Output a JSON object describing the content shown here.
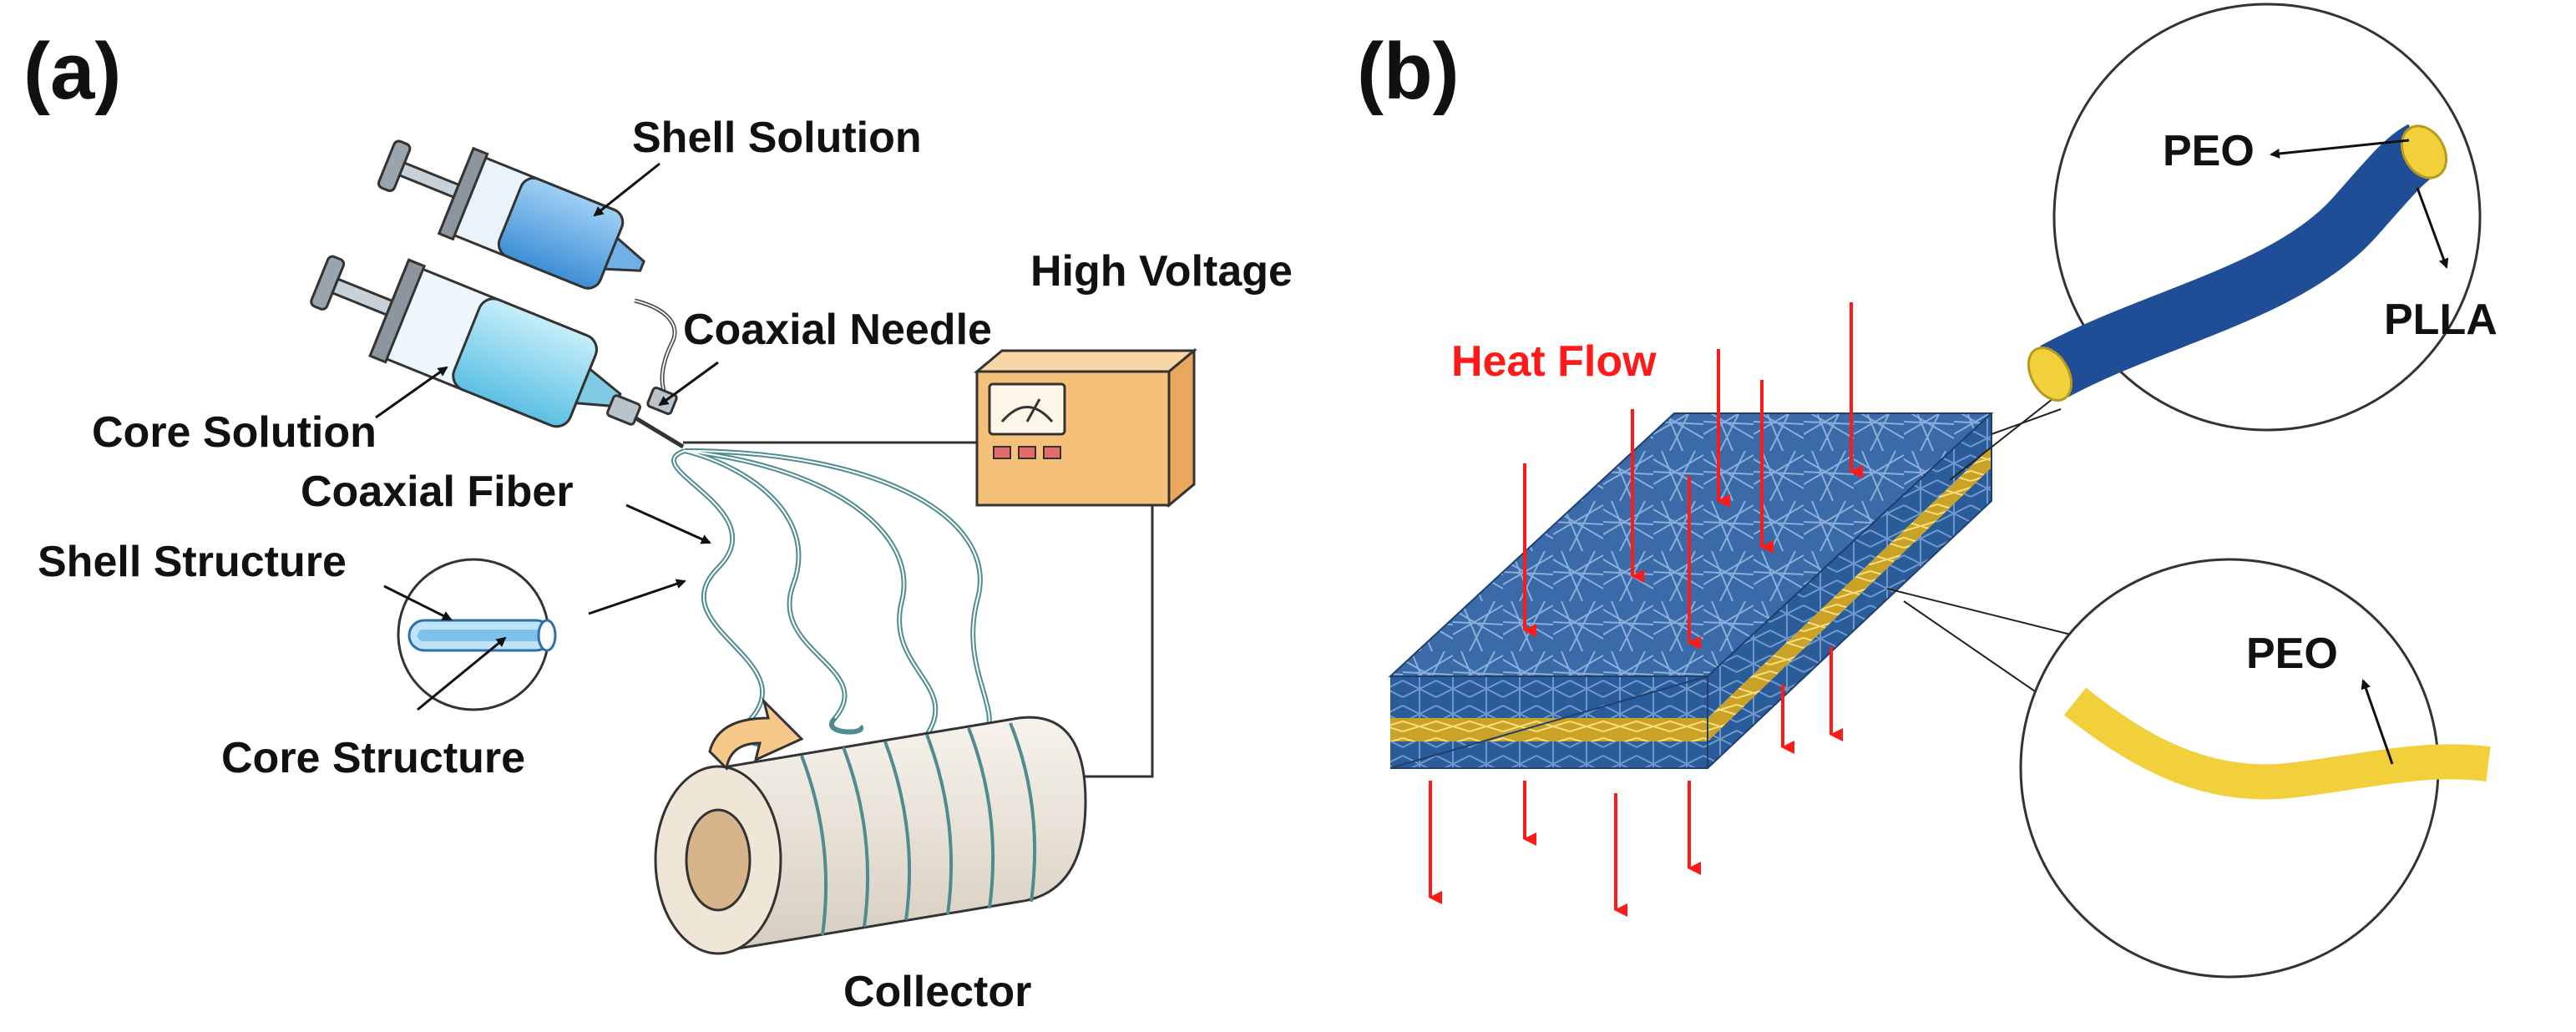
{
  "panels": {
    "a": {
      "label": "(a)",
      "labels": {
        "shell_solution": "Shell Solution",
        "core_solution": "Core Solution",
        "high_voltage": "High Voltage",
        "coaxial_needle": "Coaxial Needle",
        "coaxial_fiber": "Coaxial Fiber",
        "shell_structure": "Shell Structure",
        "core_structure": "Core Structure",
        "collector": "Collector"
      }
    },
    "b": {
      "label": "(b)",
      "heat_flow": "Heat Flow",
      "top_inset": {
        "outer_label": "PEO",
        "inner_label": "PLLA"
      },
      "bottom_inset": {
        "label": "PEO"
      }
    }
  },
  "colors": {
    "heat_flow": "#ff1a1a",
    "membrane_blue": "#2f5f9e",
    "peo_yellow": "#f2d03b",
    "pllа_blue": "#1f4e96",
    "shell_syringe": "#6bb2e8",
    "core_syringe": "#8fd3ef",
    "power_box": "#f5c07a",
    "collector": "#efe9df"
  }
}
